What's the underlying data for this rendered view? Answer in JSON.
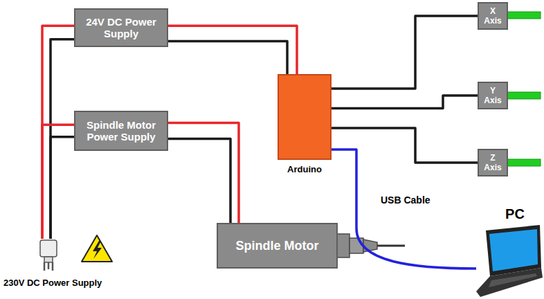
{
  "diagram": {
    "nodes": [
      {
        "text": [
          "24V DC Power Supply"
        ]
      },
      {
        "text": [
          "Spindle Motor Power Supply"
        ]
      },
      {
        "text": [
          "Arduino"
        ]
      },
      {
        "text": [
          "X Axis"
        ]
      },
      {
        "text": [
          "Y Axis"
        ]
      },
      {
        "text": [
          "Z Axis"
        ]
      },
      {
        "text": [
          "Spindle Motor"
        ]
      },
      {
        "text": [
          "PC"
        ]
      },
      {
        "text": [
          "230V DC Power Supply"
        ]
      }
    ],
    "edges": [
      {
        "from": 8,
        "to": 0,
        "arrow": "none"
      },
      {
        "from": 8,
        "to": 1,
        "arrow": "none"
      },
      {
        "from": 0,
        "to": 2,
        "arrow": "none"
      },
      {
        "from": 1,
        "to": 6,
        "arrow": "none"
      },
      {
        "from": 2,
        "to": 3,
        "arrow": "none"
      },
      {
        "from": 2,
        "to": 4,
        "arrow": "none"
      },
      {
        "from": 2,
        "to": 5,
        "arrow": "none"
      },
      {
        "from": 2,
        "to": 7,
        "label": "USB Cable",
        "arrow": "none"
      }
    ]
  }
}
